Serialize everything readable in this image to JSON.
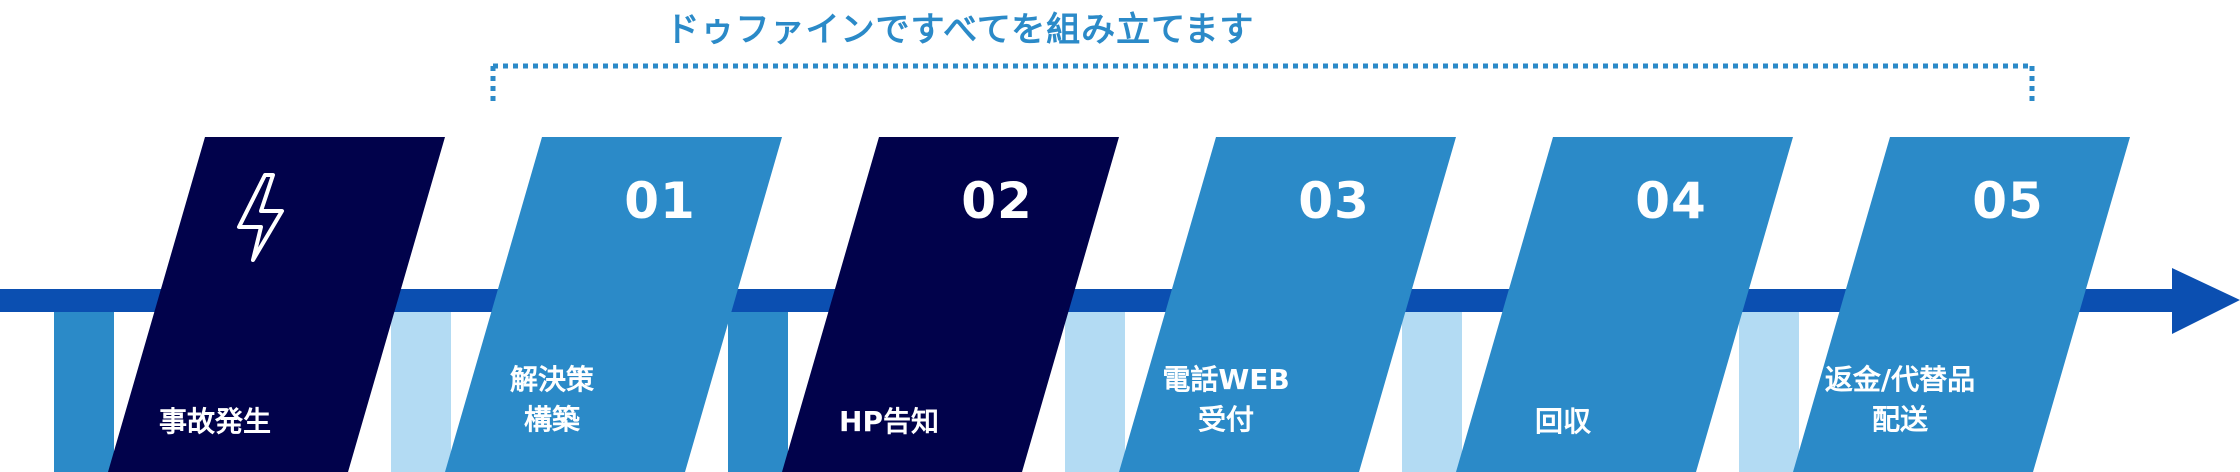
{
  "heading": "ドゥファインですべてを組み立てます",
  "colors": {
    "primary": "#2B8AC8",
    "light": "#B3DBF3",
    "dark": "#01024B",
    "arrow": "#0B4FB1",
    "heading": "#2B8AC8",
    "text": "#ffffff"
  },
  "steps": [
    {
      "number": "",
      "lines": [
        "事故発生"
      ],
      "icon": "lightning-icon",
      "variant": "dark"
    },
    {
      "number": "01",
      "lines": [
        "解決策",
        "構築"
      ],
      "variant": "primary"
    },
    {
      "number": "02",
      "lines": [
        "HP告知"
      ],
      "variant": "dark"
    },
    {
      "number": "03",
      "lines": [
        "電話WEB",
        "受付"
      ],
      "variant": "primary"
    },
    {
      "number": "04",
      "lines": [
        "回収"
      ],
      "variant": "primary"
    },
    {
      "number": "05",
      "lines": [
        "返金/代替品",
        "配送"
      ],
      "variant": "primary"
    }
  ]
}
